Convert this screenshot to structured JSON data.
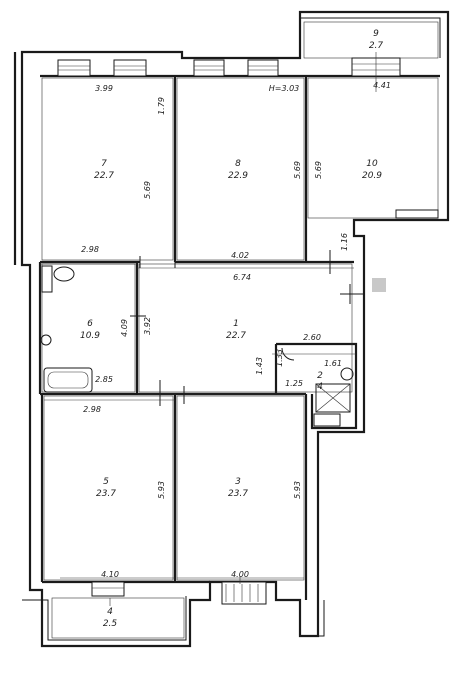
{
  "rooms": [
    {
      "id": "7",
      "number": "7",
      "area": "22.7"
    },
    {
      "id": "8",
      "number": "8",
      "area": "22.9"
    },
    {
      "id": "10",
      "number": "10",
      "area": "20.9"
    },
    {
      "id": "9",
      "number": "9",
      "area": "2.7"
    },
    {
      "id": "6",
      "number": "6",
      "area": "10.9"
    },
    {
      "id": "1",
      "number": "1",
      "area": "22.7"
    },
    {
      "id": "2",
      "number": "2",
      "area": "4"
    },
    {
      "id": "5",
      "number": "5",
      "area": "23.7"
    },
    {
      "id": "3",
      "number": "3",
      "area": "23.7"
    },
    {
      "id": "4",
      "number": "4",
      "area": "2.5"
    }
  ],
  "dimensions": {
    "d_399": "3.99",
    "d_179": "1.79",
    "d_h303": "H=3.03",
    "d_441": "4.41",
    "d_569_a": "5.69",
    "d_569_b": "5.69",
    "d_569_c": "5.69",
    "d_298_top": "2.98",
    "d_402": "4.02",
    "d_116": "1.16",
    "d_674": "6.74",
    "d_409": "4.09",
    "d_392": "3.92",
    "d_260": "2.60",
    "d_133": "1.33",
    "d_161": "1.61",
    "d_143": "1.43",
    "d_125": "1.25",
    "d_285": "2.85",
    "d_298_bot": "2.98",
    "d_593_a": "5.93",
    "d_593_b": "5.93",
    "d_410": "4.10",
    "d_400": "4.00"
  }
}
